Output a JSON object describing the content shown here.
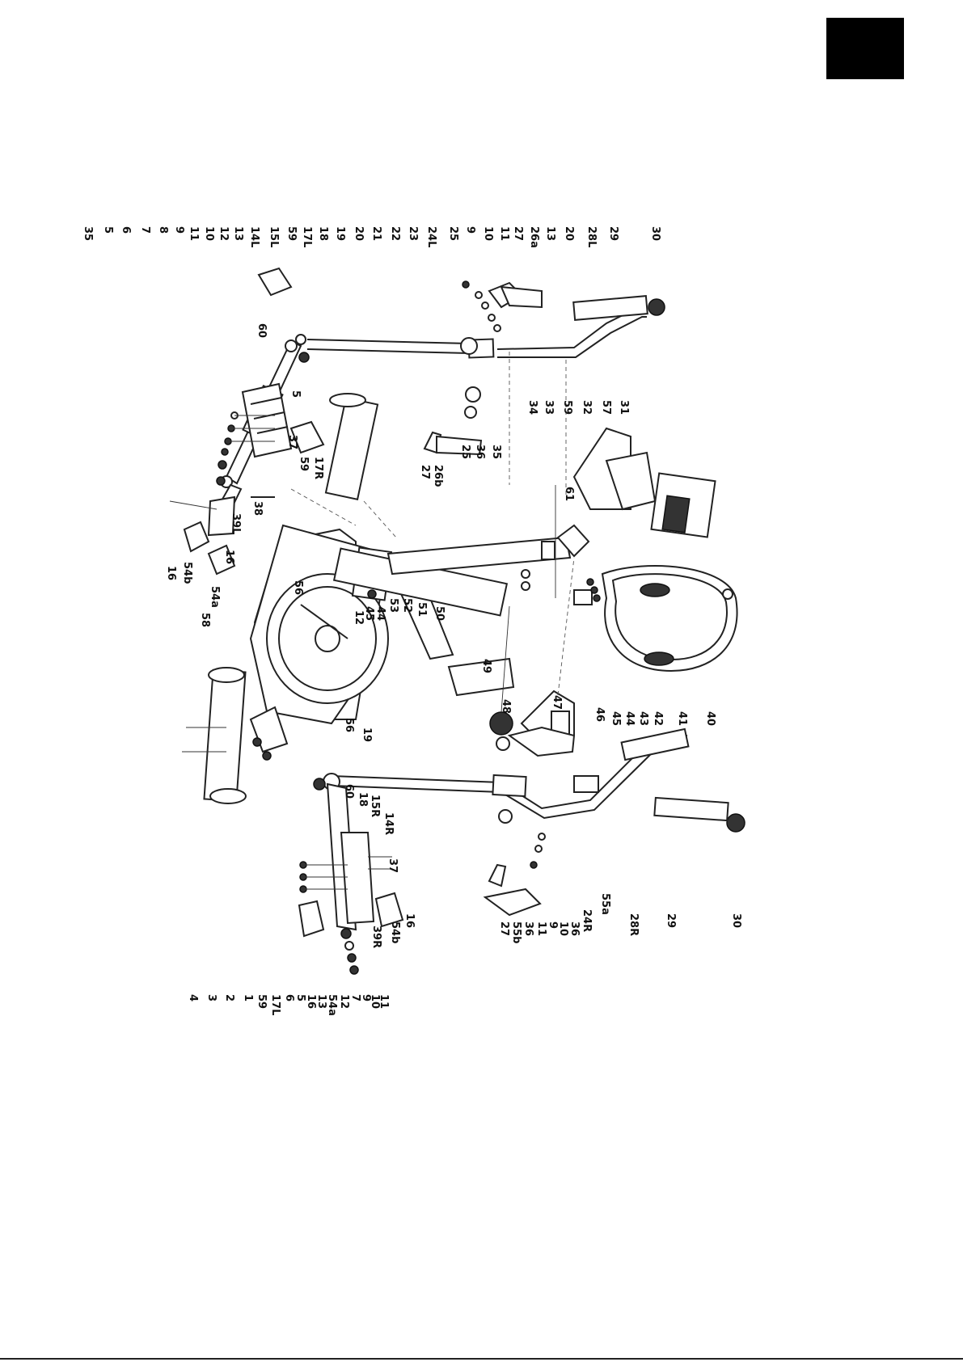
{
  "labels_left": [
    "35",
    "5",
    "6",
    "7",
    "8",
    "9",
    "11",
    "10",
    "12",
    "13",
    "14L",
    "15L",
    "59",
    "17L",
    "18",
    "19",
    "20",
    "21",
    "22",
    "23",
    "24L",
    "25",
    "9",
    "10",
    "11",
    "27",
    "26a",
    "13",
    "20",
    "28L",
    "29",
    "30"
  ],
  "labels_center": [
    "37",
    "59",
    "17R",
    "38",
    "39L",
    "16",
    "54a",
    "54b",
    "16",
    "56",
    "12",
    "45",
    "44",
    "53",
    "52",
    "51",
    "50",
    "49",
    "48",
    "47",
    "46",
    "45",
    "44",
    "43",
    "42",
    "41",
    "40",
    "34",
    "33",
    "59",
    "32",
    "57",
    "31",
    "61",
    "27",
    "26b",
    "25",
    "36",
    "35",
    "5",
    "60"
  ],
  "labels_right": [
    "58",
    "56",
    "19",
    "60",
    "18",
    "15R",
    "14R",
    "37",
    "16",
    "54b",
    "39R",
    "4",
    "3",
    "2",
    "1",
    "59",
    "17L",
    "6",
    "5",
    "16",
    "13",
    "54a",
    "12",
    "7",
    "9",
    "10",
    "11",
    "27",
    "55b",
    "36",
    "11",
    "9",
    "10",
    "36",
    "24R",
    "55a",
    "28R",
    "29",
    "30"
  ]
}
